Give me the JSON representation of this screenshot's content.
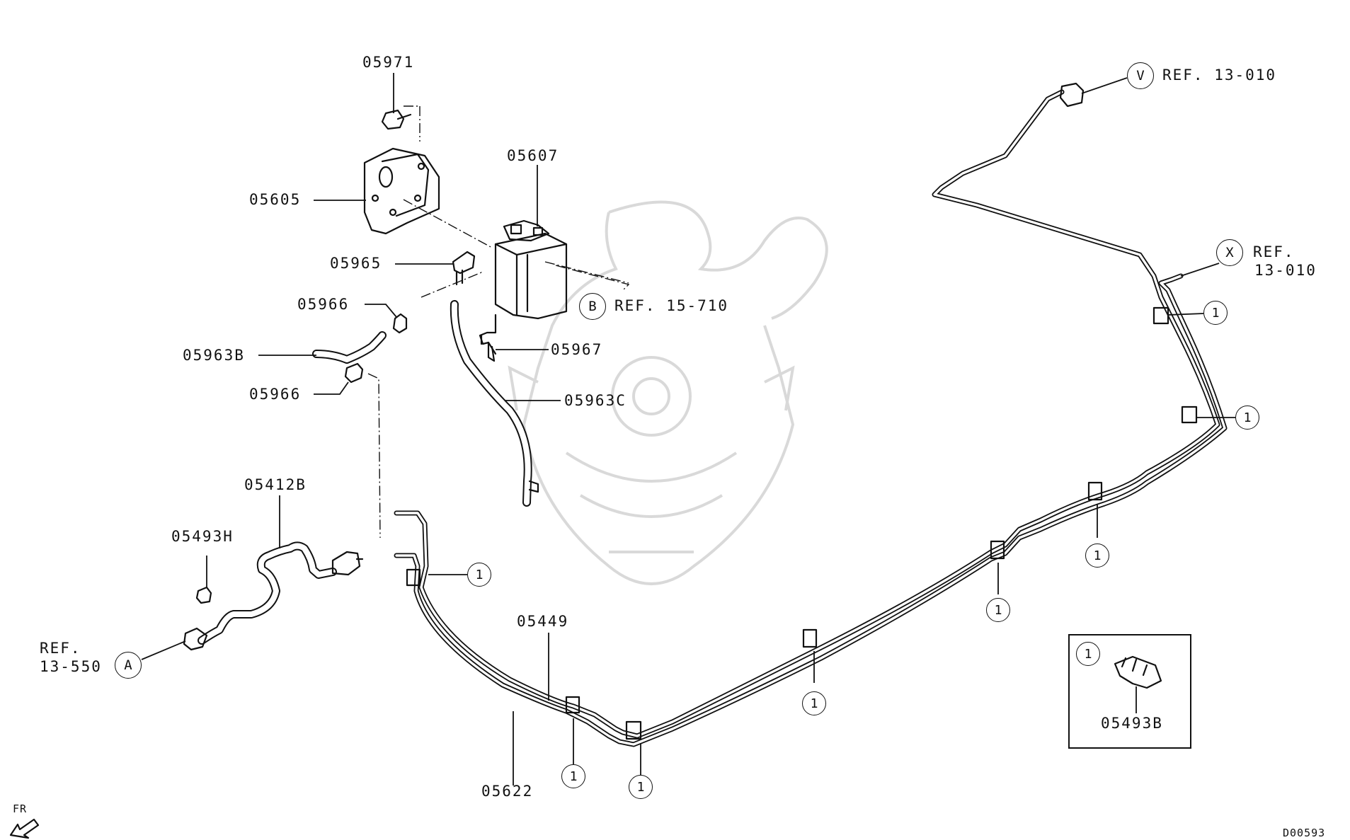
{
  "parts": {
    "p05971": "05971",
    "p05605": "05605",
    "p05607": "05607",
    "p05965": "05965",
    "p05966a": "05966",
    "p05966b": "05966",
    "p05963B": "05963B",
    "p05967": "05967",
    "p05963C": "05963C",
    "p05412B": "05412B",
    "p05493H": "05493H",
    "p05449": "05449",
    "p05622": "05622",
    "p05493B": "05493B"
  },
  "refs": {
    "V": {
      "letter": "V",
      "text": "REF. 13-010"
    },
    "X": {
      "letter": "X",
      "line1": "REF.",
      "line2": "13-010"
    },
    "B": {
      "letter": "B",
      "text": "REF. 15-710"
    },
    "A": {
      "letter": "A",
      "line1": "REF.",
      "line2": "13-550"
    }
  },
  "clip_callout": "1",
  "orientation": "FR",
  "diagram_id": "D00593",
  "colors": {
    "line": "#111111",
    "background": "#ffffff",
    "watermark": "#d9d9d9"
  }
}
